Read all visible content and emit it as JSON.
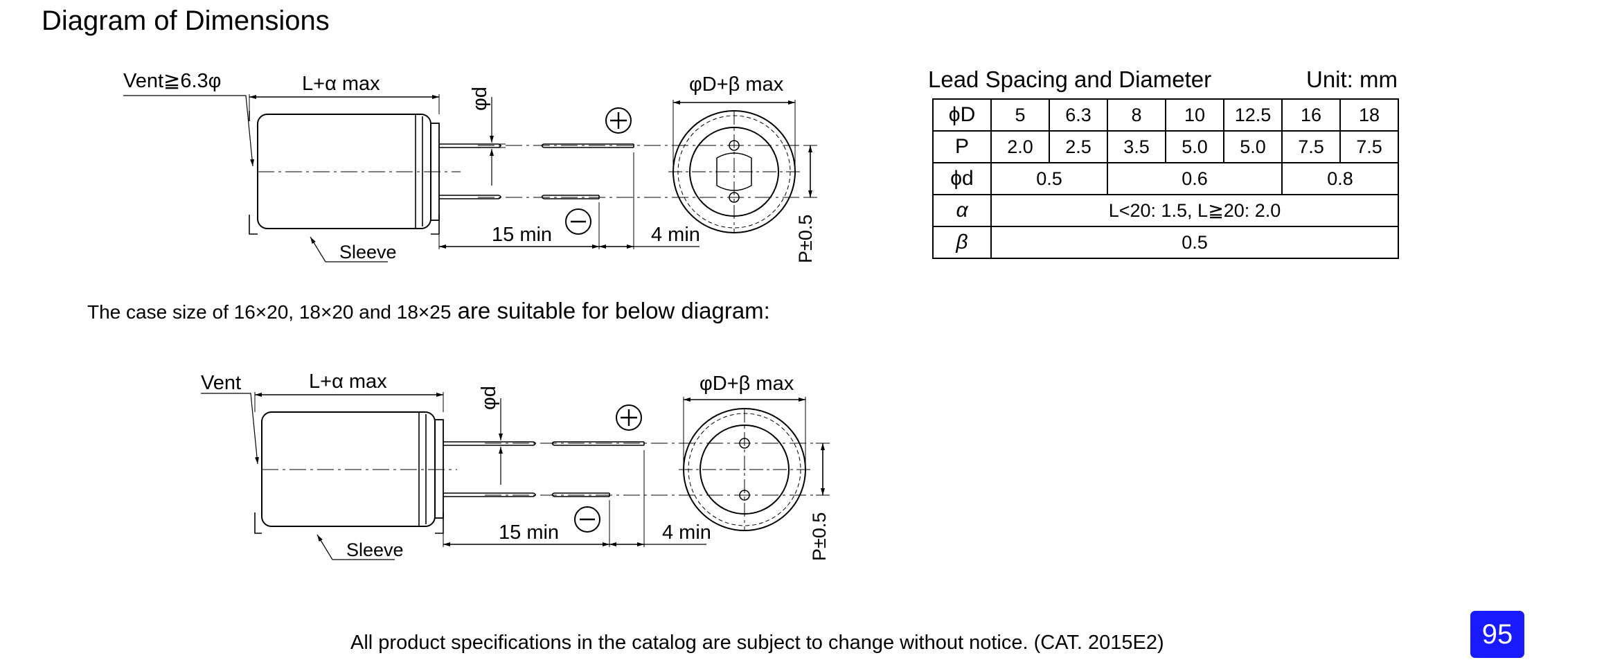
{
  "page": {
    "title": "Diagram of Dimensions",
    "suitable_note": {
      "prefix": "The case size of 16×20, 18×20 and 18×25",
      "suffix": " are suitable for below diagram:"
    },
    "notice": "All product specifications in the catalog are subject to change without notice. (CAT. 2015E2)",
    "page_number": "95",
    "accent_color": "#1a1aff"
  },
  "diagram1": {
    "vent": "Vent≧6.3φ",
    "length": "L+α  max",
    "lead_dia": "φd",
    "case_dia": "φD+β max",
    "sleeve": "Sleeve",
    "lead_len": "15 min",
    "lead_gap": "4 min",
    "pitch": "P±0.5",
    "plus": "+",
    "minus": "−"
  },
  "diagram2": {
    "vent": "Vent",
    "length": "L+α  max",
    "lead_dia": "φd",
    "case_dia": "φD+β max",
    "sleeve": "Sleeve",
    "lead_len": "15 min",
    "lead_gap": "4 min",
    "pitch": "P±0.5",
    "plus": "+",
    "minus": "−"
  },
  "spec_table": {
    "title": "Lead Spacing and Diameter",
    "unit": "Unit: mm",
    "rows": {
      "D": {
        "label": "ϕD",
        "values": [
          "5",
          "6.3",
          "8",
          "10",
          "12.5",
          "16",
          "18"
        ]
      },
      "P": {
        "label": "P",
        "values": [
          "2.0",
          "2.5",
          "3.5",
          "5.0",
          "5.0",
          "7.5",
          "7.5"
        ]
      },
      "d": {
        "label": "ϕd",
        "values": [
          "0.5",
          "0.6",
          "0.8"
        ]
      },
      "alpha": {
        "label": "α",
        "value": "L<20: 1.5, L≧20: 2.0"
      },
      "beta": {
        "label": "β",
        "value": "0.5"
      }
    }
  }
}
